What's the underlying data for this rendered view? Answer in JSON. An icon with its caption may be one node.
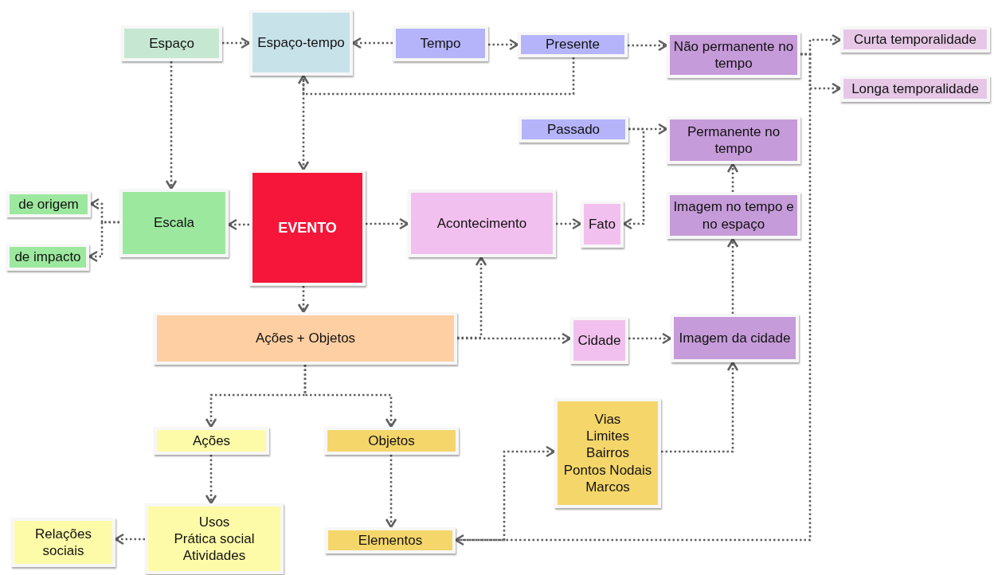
{
  "diagram": {
    "nodes": [
      {
        "text": [
          "Espaço"
        ]
      },
      {
        "text": [
          "Espaço-tempo"
        ]
      },
      {
        "text": [
          "Tempo"
        ]
      },
      {
        "text": [
          "Presente"
        ]
      },
      {
        "text": [
          "Não permanente no tempo"
        ]
      },
      {
        "text": [
          "Curta temporalidade"
        ]
      },
      {
        "text": [
          "Longa temporalidade"
        ]
      },
      {
        "text": [
          "Passado"
        ]
      },
      {
        "text": [
          "Permanente no tempo"
        ]
      },
      {
        "text": [
          "de origem"
        ]
      },
      {
        "text": [
          "Escala"
        ]
      },
      {
        "text": [
          "EVENTO"
        ]
      },
      {
        "text": [
          "de impacto"
        ]
      },
      {
        "text": [
          "Acontecimento"
        ]
      },
      {
        "text": [
          "Fato"
        ]
      },
      {
        "text": [
          "Imagem no tempo e no espaço"
        ]
      },
      {
        "text": [
          "Ações + Objetos"
        ]
      },
      {
        "text": [
          "Cidade"
        ]
      },
      {
        "text": [
          "Imagem da cidade"
        ]
      },
      {
        "text": [
          "Ações"
        ]
      },
      {
        "text": [
          "Objetos"
        ]
      },
      {
        "text": [
          "Vias",
          "Limites",
          "Bairros",
          "Pontos Nodais",
          "Marcos"
        ]
      },
      {
        "text": [
          "Relações sociais"
        ]
      },
      {
        "text": [
          "Usos",
          "Prática social",
          "Atividades"
        ]
      },
      {
        "text": [
          "Elementos"
        ]
      }
    ],
    "edges": [
      {
        "from": 0,
        "to": 1,
        "arrow": "to",
        "style": "dashed"
      },
      {
        "from": 2,
        "to": 1,
        "arrow": "to",
        "style": "dashed"
      },
      {
        "from": 2,
        "to": 3,
        "arrow": "to",
        "style": "dashed"
      },
      {
        "from": 3,
        "to": 1,
        "arrow": "to",
        "style": "dashed"
      },
      {
        "from": 1,
        "to": 11,
        "arrow": "to",
        "style": "dashed"
      },
      {
        "from": 3,
        "to": 4,
        "arrow": "to",
        "style": "dashed"
      },
      {
        "from": 4,
        "to": 5,
        "arrow": "to",
        "style": "dashed"
      },
      {
        "from": 4,
        "to": 6,
        "arrow": "to",
        "style": "dashed"
      },
      {
        "from": 7,
        "to": 8,
        "arrow": "to",
        "style": "dashed"
      },
      {
        "from": 7,
        "to": 14,
        "arrow": "to",
        "style": "dashed"
      },
      {
        "from": 0,
        "to": 10,
        "arrow": "to",
        "style": "dashed"
      },
      {
        "from": 10,
        "to": 9,
        "arrow": "to",
        "style": "dashed"
      },
      {
        "from": 10,
        "to": 12,
        "arrow": "to",
        "style": "dashed"
      },
      {
        "from": 11,
        "to": 10,
        "arrow": "to",
        "style": "dashed"
      },
      {
        "from": 11,
        "to": 13,
        "arrow": "to",
        "style": "dashed"
      },
      {
        "from": 11,
        "to": 16,
        "arrow": "to",
        "style": "dashed"
      },
      {
        "from": 13,
        "to": 14,
        "arrow": "to",
        "style": "dashed"
      },
      {
        "from": 16,
        "to": 13,
        "arrow": "to",
        "style": "dashed"
      },
      {
        "from": 16,
        "to": 17,
        "arrow": "to",
        "style": "dashed"
      },
      {
        "from": 17,
        "to": 18,
        "arrow": "to",
        "style": "dashed"
      },
      {
        "from": 18,
        "to": 15,
        "arrow": "to",
        "style": "dashed"
      },
      {
        "from": 15,
        "to": 8,
        "arrow": "to",
        "style": "dashed"
      },
      {
        "from": 16,
        "to": 19,
        "arrow": "to",
        "style": "dashed"
      },
      {
        "from": 16,
        "to": 20,
        "arrow": "to",
        "style": "dashed"
      },
      {
        "from": 19,
        "to": 23,
        "arrow": "to",
        "style": "dashed"
      },
      {
        "from": 23,
        "to": 22,
        "arrow": "to",
        "style": "dashed"
      },
      {
        "from": 20,
        "to": 24,
        "arrow": "to",
        "style": "dashed"
      },
      {
        "from": 24,
        "to": 21,
        "arrow": "to",
        "style": "dashed"
      },
      {
        "from": 4,
        "to": 24,
        "arrow": "to",
        "style": "dashed"
      },
      {
        "from": 21,
        "to": 18,
        "arrow": "to",
        "style": "dashed"
      }
    ]
  }
}
